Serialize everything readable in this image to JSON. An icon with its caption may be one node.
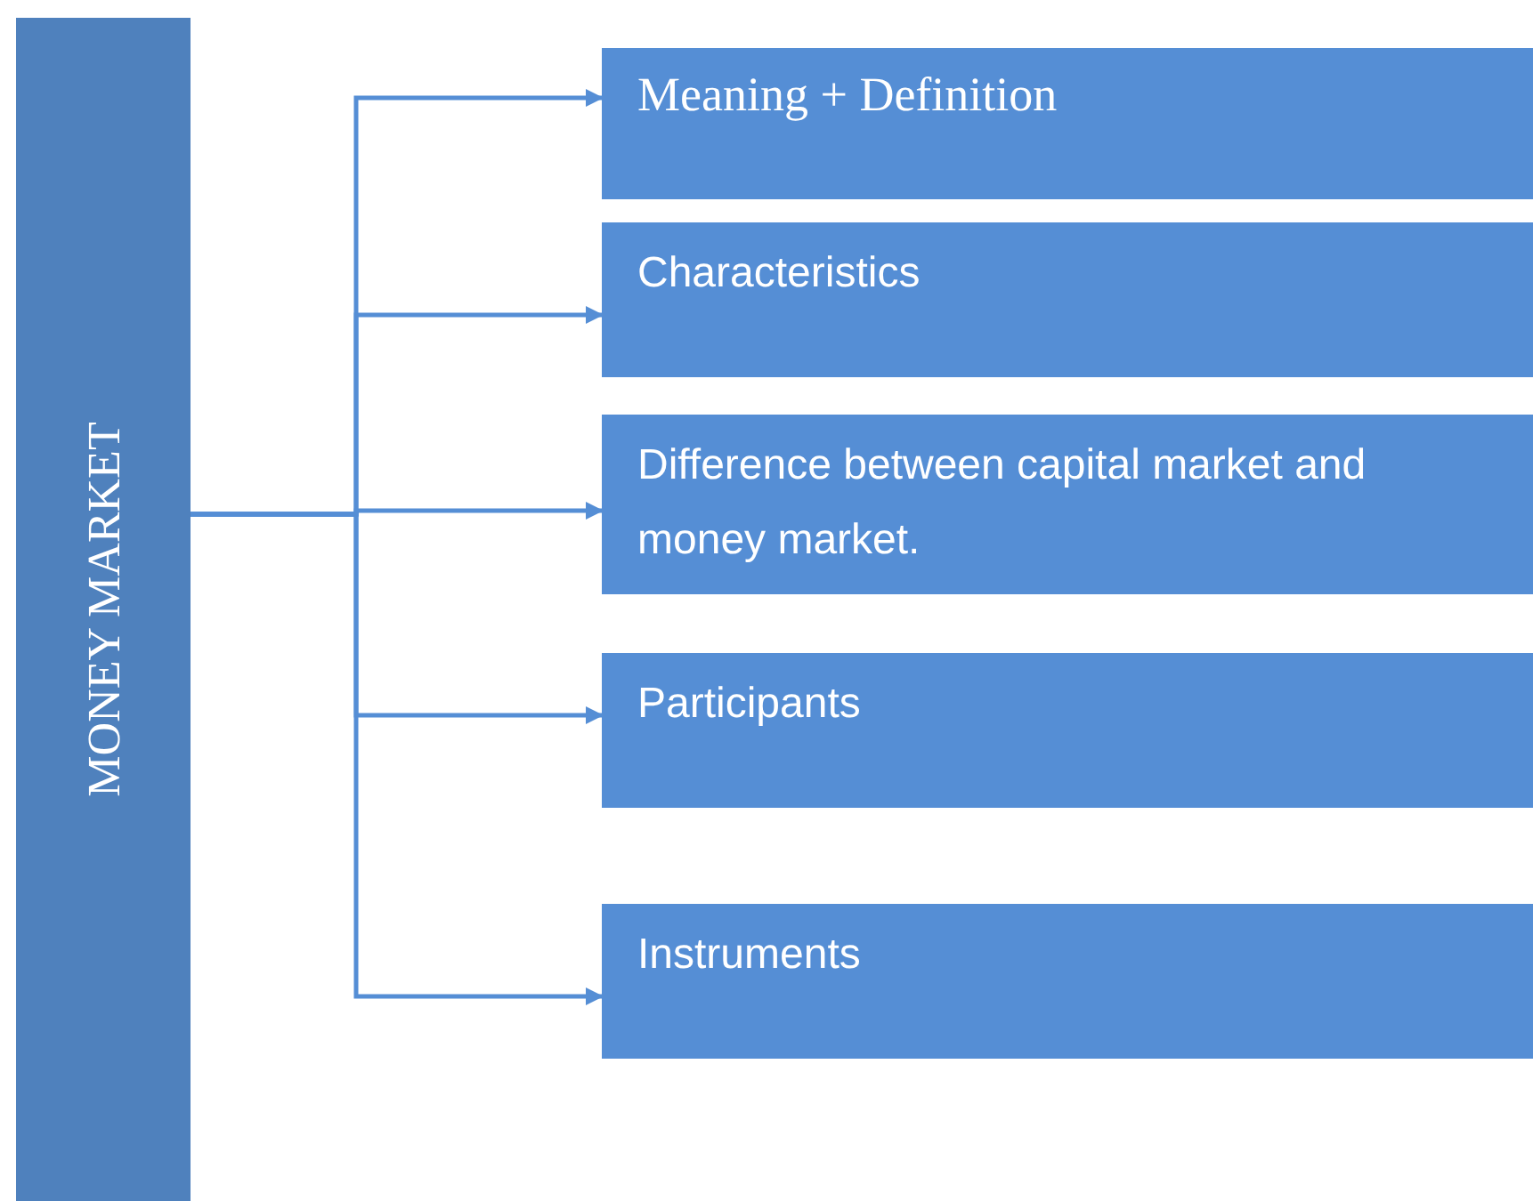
{
  "diagram": {
    "nodes": [
      {
        "text": [
          "MONEY MARKET"
        ]
      },
      {
        "text": [
          "Meaning + Definition"
        ]
      },
      {
        "text": [
          "Characteristics"
        ]
      },
      {
        "text": [
          "Difference between capital market and money market."
        ]
      },
      {
        "text": [
          "Participants"
        ]
      },
      {
        "text": [
          "Instruments"
        ]
      }
    ],
    "edges": [
      {
        "from": 0,
        "to": 1,
        "arrow": "to"
      },
      {
        "from": 0,
        "to": 2,
        "arrow": "to"
      },
      {
        "from": 0,
        "to": 3,
        "arrow": "to"
      },
      {
        "from": 0,
        "to": 4,
        "arrow": "to"
      },
      {
        "from": 0,
        "to": 5,
        "arrow": "to"
      }
    ]
  }
}
